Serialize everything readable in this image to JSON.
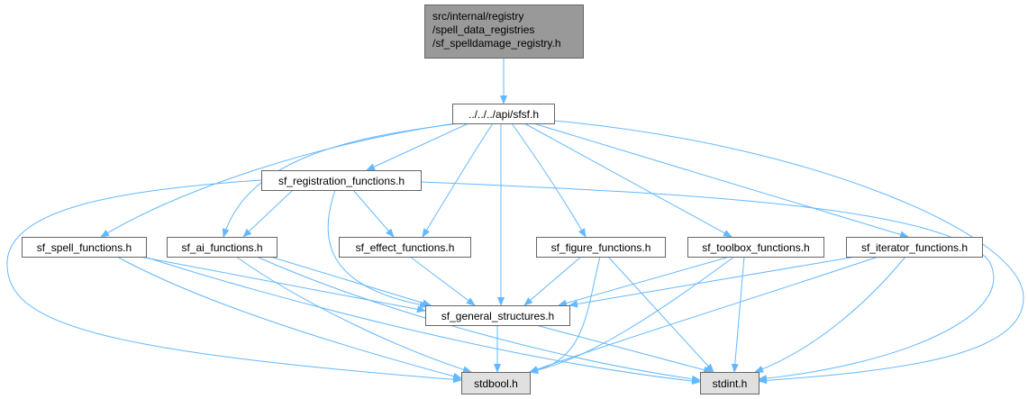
{
  "colors": {
    "edge": "#63b8ff",
    "node_border": "#666666",
    "node_fill": "#ffffff",
    "root_fill": "#999999",
    "system_fill": "#e0e0e0"
  },
  "nodes": [
    {
      "id": "root",
      "lines": [
        "src/internal/registry",
        "/spell_data_registries",
        "/sf_spelldamage_registry.h"
      ],
      "kind": "root"
    },
    {
      "id": "sfsf",
      "lines": [
        "../../../api/sfsf.h"
      ],
      "kind": "normal"
    },
    {
      "id": "reg",
      "lines": [
        "sf_registration_functions.h"
      ],
      "kind": "normal"
    },
    {
      "id": "spell",
      "lines": [
        "sf_spell_functions.h"
      ],
      "kind": "normal"
    },
    {
      "id": "ai",
      "lines": [
        "sf_ai_functions.h"
      ],
      "kind": "normal"
    },
    {
      "id": "effect",
      "lines": [
        "sf_effect_functions.h"
      ],
      "kind": "normal"
    },
    {
      "id": "figure",
      "lines": [
        "sf_figure_functions.h"
      ],
      "kind": "normal"
    },
    {
      "id": "toolbox",
      "lines": [
        "sf_toolbox_functions.h"
      ],
      "kind": "normal"
    },
    {
      "id": "iterator",
      "lines": [
        "sf_iterator_functions.h"
      ],
      "kind": "normal"
    },
    {
      "id": "general",
      "lines": [
        "sf_general_structures.h"
      ],
      "kind": "normal"
    },
    {
      "id": "stdbool",
      "lines": [
        "stdbool.h"
      ],
      "kind": "system"
    },
    {
      "id": "stdint",
      "lines": [
        "stdint.h"
      ],
      "kind": "system"
    }
  ],
  "edges": [
    [
      "root",
      "sfsf"
    ],
    [
      "sfsf",
      "reg"
    ],
    [
      "sfsf",
      "spell"
    ],
    [
      "sfsf",
      "ai"
    ],
    [
      "sfsf",
      "effect"
    ],
    [
      "sfsf",
      "figure"
    ],
    [
      "sfsf",
      "toolbox"
    ],
    [
      "sfsf",
      "iterator"
    ],
    [
      "sfsf",
      "general"
    ],
    [
      "sfsf",
      "stdint"
    ],
    [
      "reg",
      "ai"
    ],
    [
      "reg",
      "effect"
    ],
    [
      "reg",
      "general"
    ],
    [
      "reg",
      "stdbool"
    ],
    [
      "reg",
      "stdint"
    ],
    [
      "spell",
      "general"
    ],
    [
      "spell",
      "stdbool"
    ],
    [
      "spell",
      "stdint"
    ],
    [
      "ai",
      "general"
    ],
    [
      "ai",
      "stdbool"
    ],
    [
      "ai",
      "stdint"
    ],
    [
      "effect",
      "general"
    ],
    [
      "figure",
      "general"
    ],
    [
      "figure",
      "stdbool"
    ],
    [
      "figure",
      "stdint"
    ],
    [
      "toolbox",
      "general"
    ],
    [
      "toolbox",
      "stdbool"
    ],
    [
      "toolbox",
      "stdint"
    ],
    [
      "iterator",
      "general"
    ],
    [
      "iterator",
      "stdbool"
    ],
    [
      "iterator",
      "stdint"
    ],
    [
      "general",
      "stdbool"
    ],
    [
      "general",
      "stdint"
    ]
  ]
}
